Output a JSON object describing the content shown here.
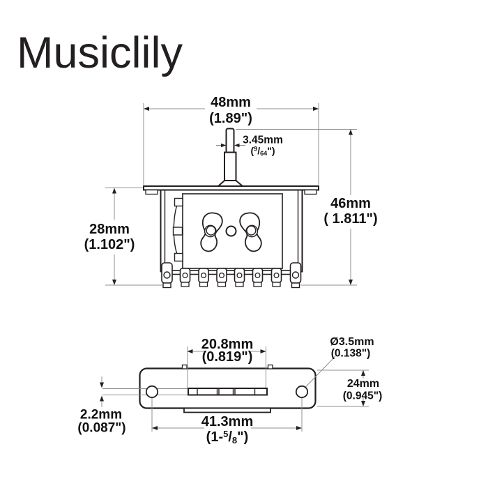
{
  "brand": {
    "logo": "Musiclily"
  },
  "colors": {
    "background": "#ffffff",
    "ink": "#231f20",
    "panel_border": "#4d4d4d",
    "dim_line": "#8f8f8f",
    "text": "#111111"
  },
  "front_view": {
    "dims": {
      "overall_width": {
        "mm": "48mm",
        "inch": "(1.89\")"
      },
      "shaft_diameter": {
        "mm": "3.45mm",
        "inch_pre": "(",
        "inch_sup": "9",
        "inch_slash": "/",
        "inch_sub": "64",
        "inch_post": "\")"
      },
      "overall_height": {
        "mm": "46mm",
        "inch": "( 1.811\")"
      },
      "body_height": {
        "mm": "28mm",
        "inch": "(1.102\")"
      }
    }
  },
  "bottom_view": {
    "dims": {
      "slot_length": {
        "mm": "20.8mm",
        "inch": "(0.819\")"
      },
      "hole_diameter": {
        "mm": "Ø3.5mm",
        "inch": "(0.138\")"
      },
      "plate_width": {
        "mm": "24mm",
        "inch": "(0.945\")"
      },
      "slot_width": {
        "mm": "2.2mm",
        "inch": "(0.087\")"
      },
      "hole_spacing": {
        "mm": "41.3mm",
        "inch_pre": "(1-",
        "inch_sup": "5",
        "inch_slash": "/",
        "inch_sub": "8",
        "inch_post": "\")"
      }
    }
  }
}
